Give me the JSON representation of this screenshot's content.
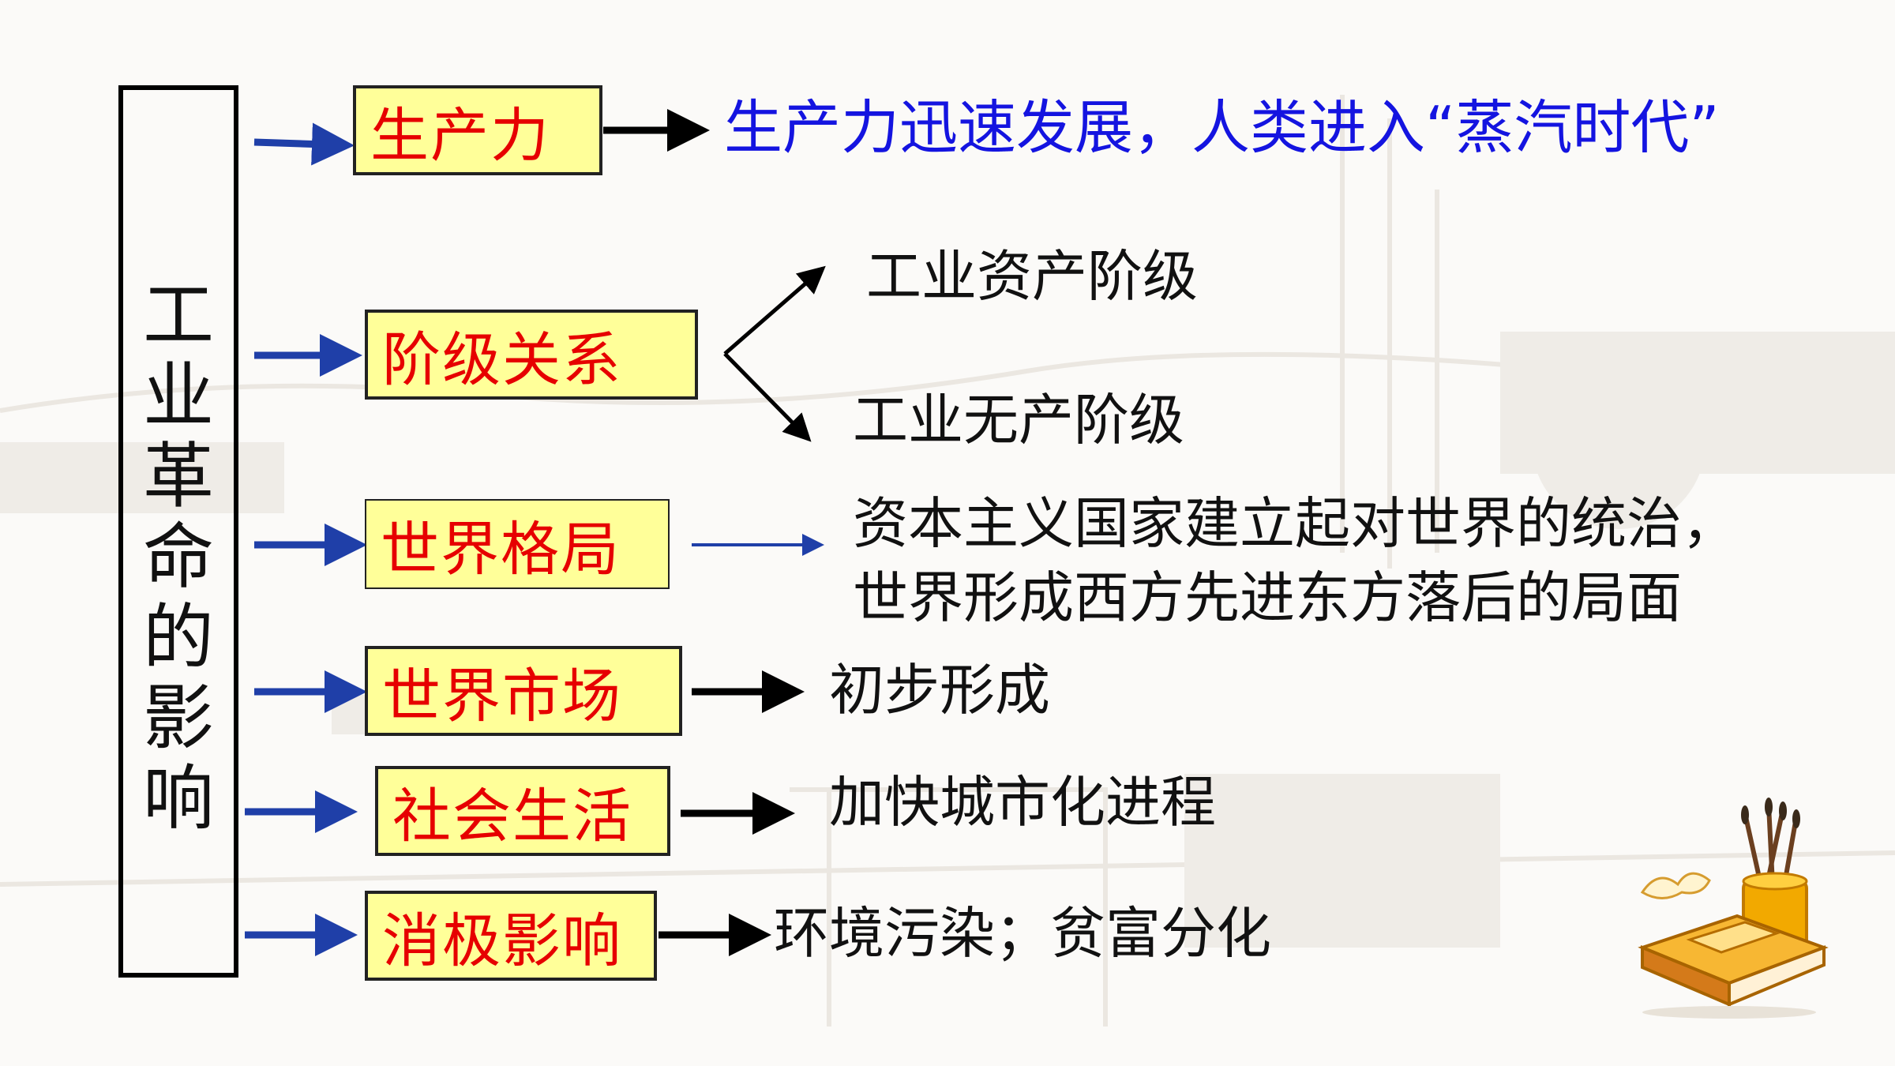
{
  "diagram": {
    "root": {
      "chars": [
        "工",
        "业",
        "革",
        "命",
        "的",
        "影",
        "响"
      ]
    },
    "branches": [
      {
        "label": "生产力",
        "result": "生产力迅速发展，人类进入“蒸汽时代”"
      },
      {
        "label": "阶级关系",
        "results": [
          "工业资产阶级",
          "工业无产阶级"
        ]
      },
      {
        "label": "世界格局",
        "result_lines": [
          "资本主义国家建立起对世界的统治，",
          "世界形成西方先进东方落后的局面"
        ]
      },
      {
        "label": "世界市场",
        "result": "初步形成"
      },
      {
        "label": "社会生活",
        "result": "加快城市化进程"
      },
      {
        "label": "消极影响",
        "result": "环境污染；贫富分化"
      }
    ]
  },
  "colors": {
    "box_fill": "#ffff99",
    "label_red": "#e60000",
    "arrow_blue": "#1f3fa8",
    "text_blue": "#1414e0"
  },
  "decoration": {
    "icon": "book-and-brush-pot-icon"
  }
}
